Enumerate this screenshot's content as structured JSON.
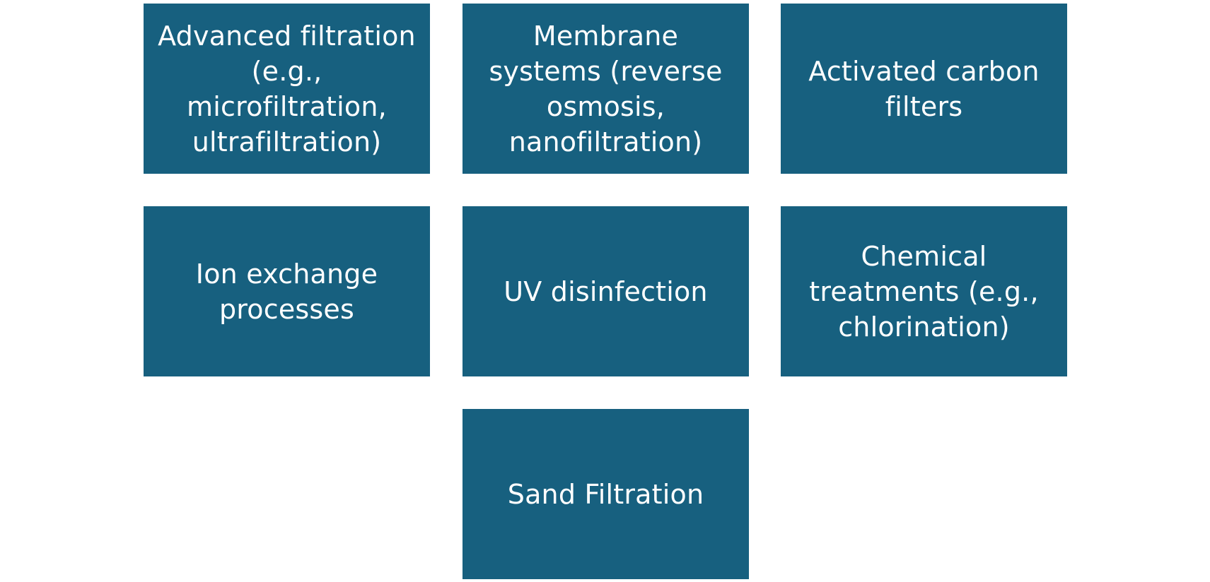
{
  "boxes": [
    {
      "label": "Advanced filtration\n(e.g.,\nmicrofiltration,\nultrafiltration)"
    },
    {
      "label": "Membrane\nsystems (reverse\nosmosis,\nnanofiltration)"
    },
    {
      "label": "Activated carbon\nfilters"
    },
    {
      "label": "Ion exchange\nprocesses"
    },
    {
      "label": "UV disinfection"
    },
    {
      "label": "Chemical\ntreatments (e.g.,\nchlorination)"
    },
    {
      "label": "Sand Filtration"
    }
  ],
  "colors": {
    "box_fill": "#17607f",
    "box_text": "#ffffff",
    "background": "#ffffff"
  }
}
